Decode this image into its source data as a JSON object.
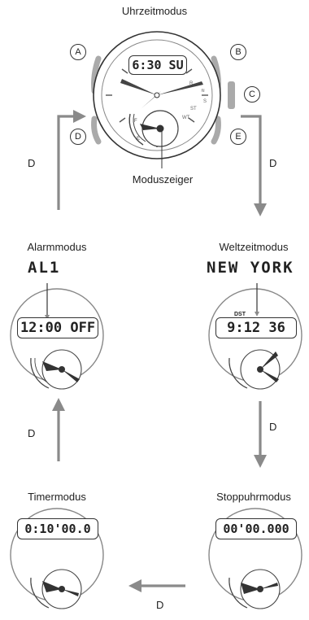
{
  "labels": {
    "timekeeping": "Uhrzeitmodus",
    "mode_hand": "Moduszeiger",
    "alarm": "Alarmmodus",
    "world_time": "Weltzeitmodus",
    "timer": "Timermodus",
    "stopwatch": "Stoppuhrmodus"
  },
  "buttons": [
    "A",
    "B",
    "C",
    "D",
    "E"
  ],
  "arrow_label": "D",
  "displays": {
    "main": "6:30 SU",
    "alarm_title": "AL1",
    "alarm": "12:00 OFF",
    "world_title": "NEW YORK",
    "world_dst": "DST",
    "world": "9:12 36",
    "timer": "0:10'00.0",
    "stopwatch": "00'00.000"
  }
}
